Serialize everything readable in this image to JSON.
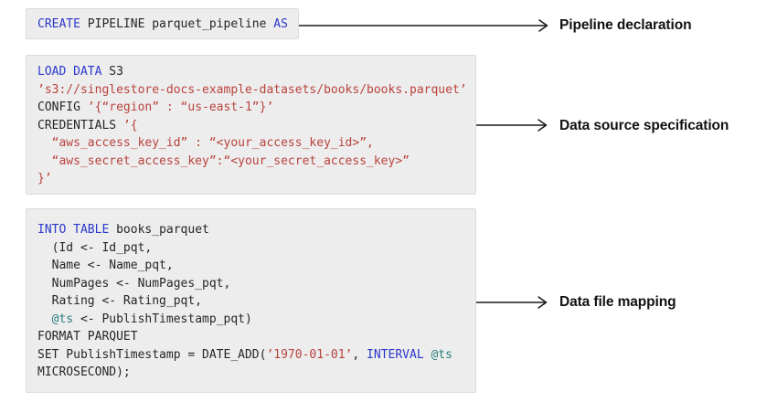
{
  "colors": {
    "keyword": "#2B38CB",
    "string": "#B9433E",
    "variable": "#2A7D7B",
    "plain": "#262626",
    "block_bg": "#EDEDED",
    "block_border": "#DBDBDB",
    "arrow": "#1A1A1A",
    "label": "#111111"
  },
  "blocks": [
    {
      "name": "pipeline-declaration",
      "lines": [
        [
          {
            "t": "CREATE",
            "c": "keyword"
          },
          {
            "t": " PIPELINE parquet_pipeline ",
            "c": "plain"
          },
          {
            "t": "AS",
            "c": "keyword"
          }
        ]
      ]
    },
    {
      "name": "data-source-specification",
      "lines": [
        [
          {
            "t": "LOAD DATA",
            "c": "keyword"
          },
          {
            "t": " S3",
            "c": "plain"
          }
        ],
        [
          {
            "t": "’s3://singlestore-docs-example-datasets/books/books.parquet’",
            "c": "string"
          }
        ],
        [
          {
            "t": "CONFIG ",
            "c": "plain"
          },
          {
            "t": "’{“region” : “us-east-1”}’",
            "c": "string"
          }
        ],
        [
          {
            "t": "CREDENTIALS ",
            "c": "plain"
          },
          {
            "t": "’{",
            "c": "string"
          }
        ],
        [
          {
            "t": "  “aws_access_key_id” : “<your_access_key_id>”,",
            "c": "string"
          }
        ],
        [
          {
            "t": "  “aws_secret_access_key”:“<your_secret_access_key>”",
            "c": "string"
          }
        ],
        [
          {
            "t": "}’",
            "c": "string"
          }
        ]
      ]
    },
    {
      "name": "data-file-mapping",
      "lines": [
        [
          {
            "t": "INTO TABLE",
            "c": "keyword"
          },
          {
            "t": " books_parquet",
            "c": "plain"
          }
        ],
        [
          {
            "t": "  (Id <- Id_pqt,",
            "c": "plain"
          }
        ],
        [
          {
            "t": "  Name <- Name_pqt,",
            "c": "plain"
          }
        ],
        [
          {
            "t": "  NumPages <- NumPages_pqt,",
            "c": "plain"
          }
        ],
        [
          {
            "t": "  Rating <- Rating_pqt,",
            "c": "plain"
          }
        ],
        [
          {
            "t": "  ",
            "c": "plain"
          },
          {
            "t": "@ts",
            "c": "variable"
          },
          {
            "t": " <- PublishTimestamp_pqt)",
            "c": "plain"
          }
        ],
        [
          {
            "t": "FORMAT PARQUET",
            "c": "plain"
          }
        ],
        [
          {
            "t": "SET PublishTimestamp = DATE_ADD(",
            "c": "plain"
          },
          {
            "t": "’1970-01-01’",
            "c": "string"
          },
          {
            "t": ", ",
            "c": "plain"
          },
          {
            "t": "INTERVAL",
            "c": "keyword"
          },
          {
            "t": " ",
            "c": "plain"
          },
          {
            "t": "@ts",
            "c": "variable"
          }
        ],
        [
          {
            "t": "MICROSECOND);",
            "c": "plain"
          }
        ]
      ]
    }
  ],
  "annotations": [
    {
      "label": "Pipeline declaration"
    },
    {
      "label": "Data source specification"
    },
    {
      "label": "Data file mapping"
    }
  ]
}
